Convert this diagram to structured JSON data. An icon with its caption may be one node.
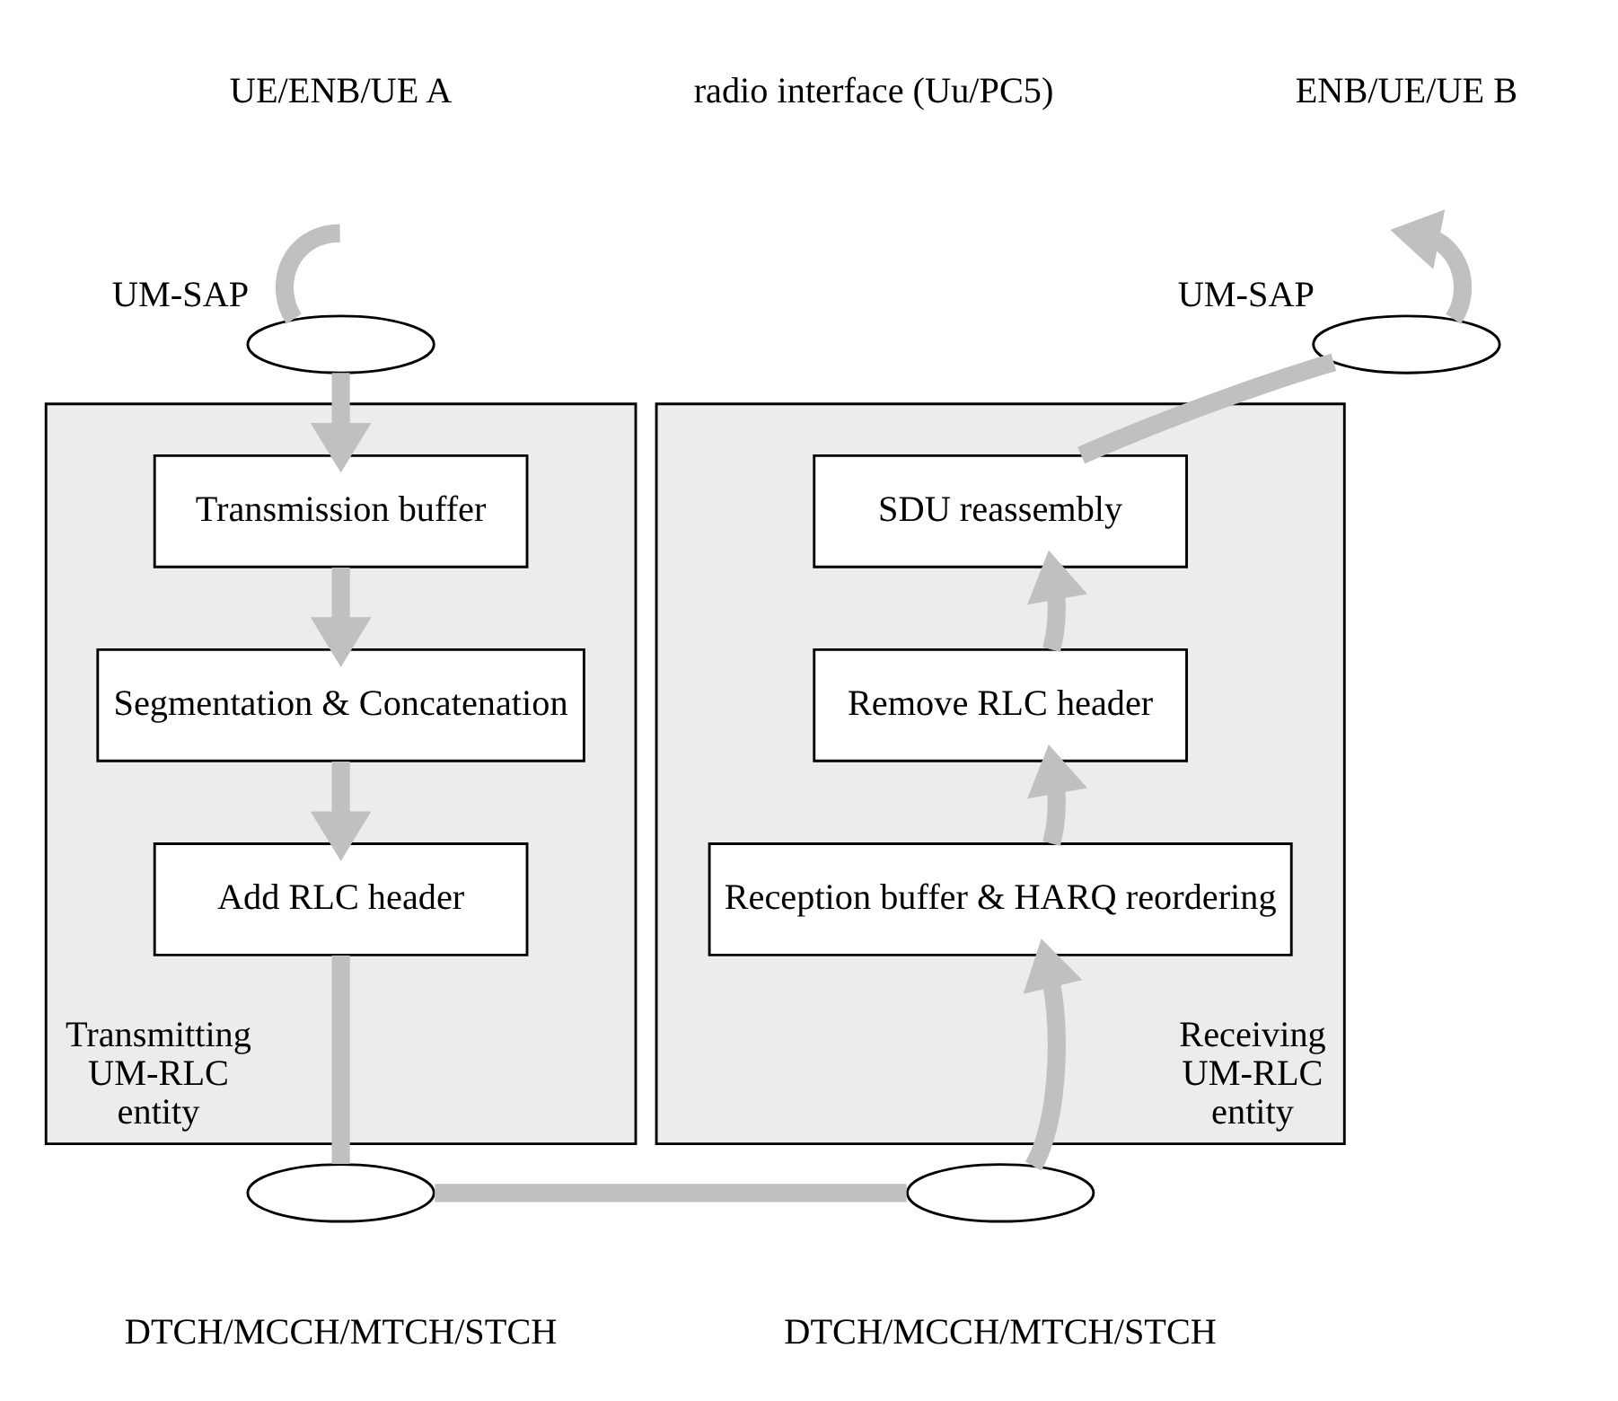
{
  "diagram": {
    "nodes": [
      {
        "text": [
          "Transmitting UM-RLC entity"
        ]
      },
      {
        "text": [
          "Transmission buffer"
        ],
        "in": 0
      },
      {
        "text": [
          "Segmentation & Concatenation"
        ],
        "in": 0
      },
      {
        "text": [
          "Add RLC header"
        ],
        "in": 0
      },
      {
        "text": [
          "Receiving UM-RLC entity"
        ]
      },
      {
        "text": [
          "SDU reassembly"
        ],
        "in": 4
      },
      {
        "text": [
          "Remove RLC header"
        ],
        "in": 4
      },
      {
        "text": [
          "Reception buffer & HARQ reordering"
        ],
        "in": 4
      },
      {
        "text": [],
        "shape": "ellipse",
        "beside": [
          "UM-SAP"
        ]
      },
      {
        "text": [],
        "shape": "ellipse",
        "beside": [
          "DTCH/MCCH/MTCH/STCH"
        ]
      },
      {
        "text": [],
        "shape": "ellipse",
        "beside": [
          "DTCH/MCCH/MTCH/STCH"
        ]
      },
      {
        "text": [],
        "shape": "ellipse",
        "beside": [
          "UM-SAP"
        ]
      }
    ],
    "edges": [
      {
        "from": null,
        "to": 8,
        "arrow": "none"
      },
      {
        "from": 8,
        "to": 1,
        "arrow": "to"
      },
      {
        "from": 1,
        "to": 2,
        "arrow": "to"
      },
      {
        "from": 2,
        "to": 3,
        "arrow": "to"
      },
      {
        "from": 3,
        "to": 9,
        "arrow": "none"
      },
      {
        "from": 9,
        "to": 10,
        "arrow": "none"
      },
      {
        "from": 10,
        "to": 7,
        "arrow": "to"
      },
      {
        "from": 7,
        "to": 6,
        "arrow": "to"
      },
      {
        "from": 6,
        "to": 5,
        "arrow": "to"
      },
      {
        "from": 5,
        "to": 11,
        "arrow": "none"
      },
      {
        "from": 11,
        "to": null,
        "arrow": "to"
      }
    ],
    "labels": [
      "UE/ENB/UE A",
      "radio interface (Uu/PC5)",
      "ENB/UE/UE B"
    ]
  }
}
